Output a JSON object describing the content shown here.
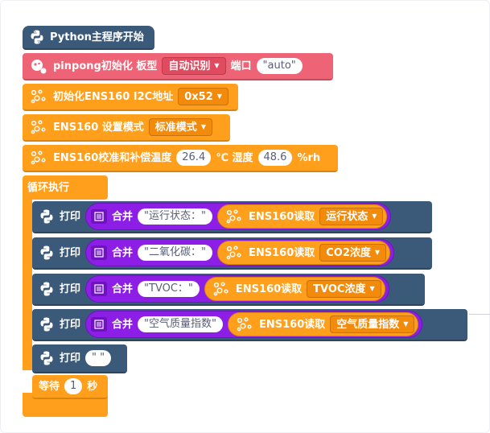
{
  "colors": {
    "python_block": "#3b5a7a",
    "pinpong_block": "#ee6476",
    "sensor_block": "#ff9f1c",
    "join_block": "#8c1ee6"
  },
  "blocks": {
    "main_start": {
      "label": "Python主程序开始",
      "icon": "python-icon"
    },
    "pinpong_init": {
      "label": "pinpong初始化 板型",
      "board_value": "自动识别",
      "port_label": "端口",
      "port_value": "\"auto\"",
      "icon": "pinpong-icon"
    },
    "ens160_init": {
      "label": "初始化ENS160 I2C地址",
      "address_value": "0x52"
    },
    "ens160_mode": {
      "label": "ENS160 设置模式",
      "mode_value": "标准模式"
    },
    "ens160_calib": {
      "label": "ENS160校准和补偿温度",
      "temp_value": "26.4",
      "temp_unit": "℃ 湿度",
      "hum_value": "48.6",
      "hum_unit": "%rh"
    },
    "loop": {
      "label": "循环执行"
    },
    "print_rows": [
      {
        "print_label": "打印",
        "join_label": "合并",
        "string": "\"运行状态：\"",
        "read_label": "ENS160读取",
        "read_value": "运行状态"
      },
      {
        "print_label": "打印",
        "join_label": "合并",
        "string": "\"二氧化碳：\"",
        "read_label": "ENS160读取",
        "read_value": "CO2浓度"
      },
      {
        "print_label": "打印",
        "join_label": "合并",
        "string": "\"TVOC：\"",
        "read_label": "ENS160读取",
        "read_value": "TVOC浓度"
      },
      {
        "print_label": "打印",
        "join_label": "合并",
        "string": "\"空气质量指数\"",
        "read_label": "ENS160读取",
        "read_value": "空气质量指数"
      }
    ],
    "print_empty": {
      "print_label": "打印",
      "string": "\"  \""
    },
    "wait": {
      "label": "等待",
      "value": "1",
      "unit": "秒"
    }
  }
}
